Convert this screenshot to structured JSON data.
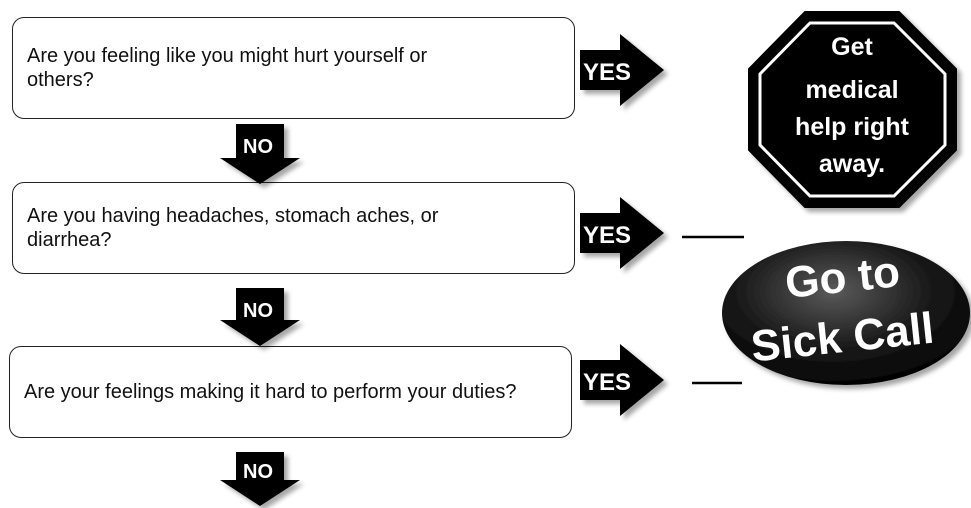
{
  "questions": [
    {
      "text": "Are you feeling like you might hurt yourself or others?"
    },
    {
      "text": "Are you having headaches, stomach aches, or diarrhea?"
    },
    {
      "text": "Are your feelings making it hard to perform your duties?"
    }
  ],
  "labels": {
    "yes": "YES",
    "no": "NO"
  },
  "stop_sign": {
    "lines": [
      "Get",
      "medical",
      "help right",
      "away."
    ]
  },
  "sick_call": {
    "line1": "Go to",
    "line2": "Sick Call"
  },
  "colors": {
    "arrow": "#000000",
    "box_border": "#222222",
    "stop_fill": "#000000",
    "text_light": "#ffffff"
  }
}
